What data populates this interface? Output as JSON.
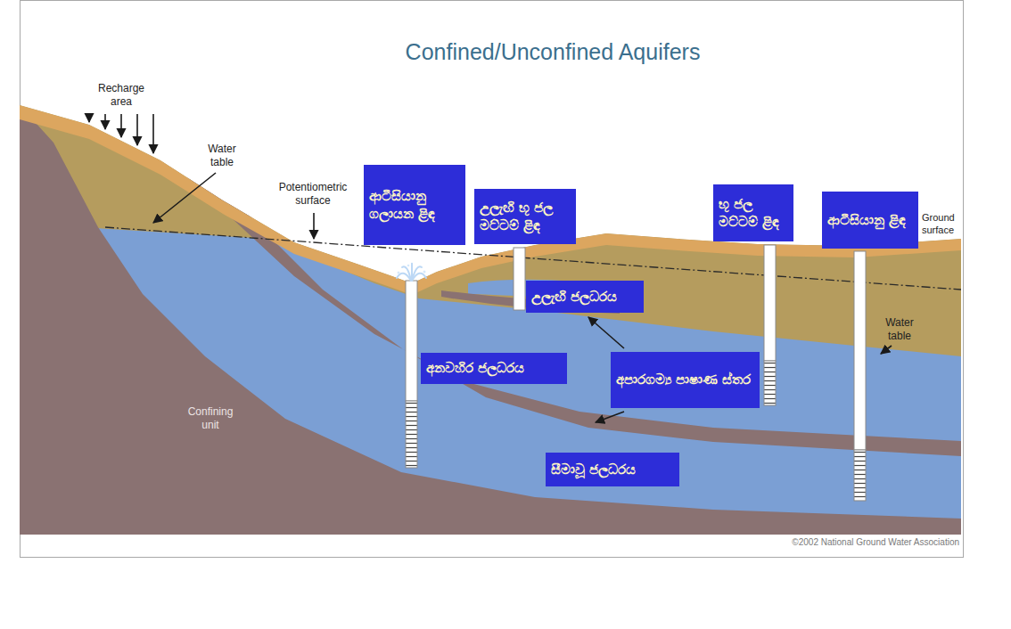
{
  "diagram": {
    "title": "Confined/Unconfined Aquifers",
    "nodes": [
      {
        "text": [
          "ආටීසියානු ගලායන ළිඳ"
        ]
      },
      {
        "text": [
          "උලැඟි භූ ජල මට්ටම් ළිඳ"
        ]
      },
      {
        "text": [
          "භූ ජල මට්ටම් ළිඳ"
        ]
      },
      {
        "text": [
          "ආටීසියානු ළිඳ"
        ]
      },
      {
        "text": [
          "උලැඟි ජලධරය"
        ]
      },
      {
        "text": [
          "අනවහිර ජලධරය"
        ]
      },
      {
        "text": [
          "අපාරගම්‍ය පාෂාණ ස්තර"
        ]
      },
      {
        "text": [
          "සීමාවූ ජලධරය"
        ]
      }
    ],
    "labels": [
      "Recharge area",
      "Water table",
      "Potentiometric surface",
      "Ground surface",
      "Water table",
      "Confining unit",
      "©2002 National Ground Water Association"
    ]
  }
}
